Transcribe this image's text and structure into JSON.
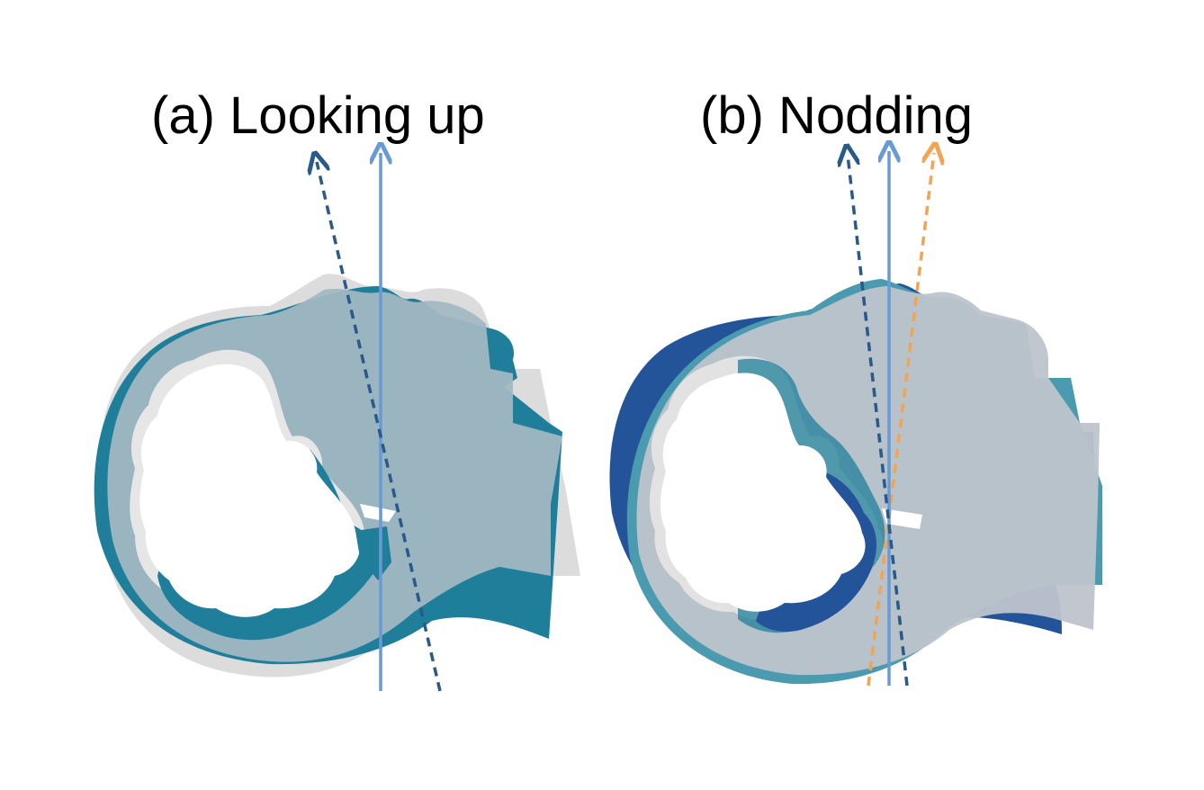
{
  "panels": [
    {
      "id": "a",
      "title": "(a) Looking up"
    },
    {
      "id": "b",
      "title": "(b) Nodding"
    }
  ],
  "colors": {
    "head_gray": "#dcdcdc",
    "head_teal": "#1f7f9a",
    "head_teal_light": "#4a9ab0",
    "head_navy": "#23549a",
    "head_overlay": "#a2b8c2",
    "head_overlay_b": "#bec4cc",
    "axis_solid": "#6a9ad4",
    "axis_dashed": "#2a5a8a",
    "axis_orange": "#f2a455"
  }
}
